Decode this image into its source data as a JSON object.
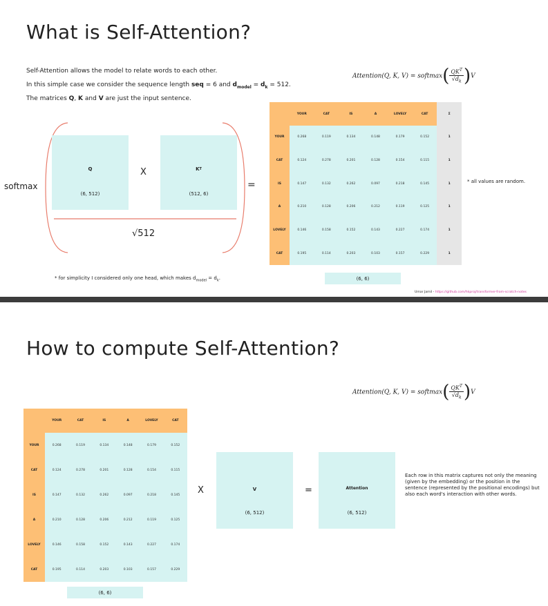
{
  "slide1": {
    "title": "What is Self-Attention?",
    "desc_line1": "Self-Attention allows the model to relate words to each other.",
    "desc_line2": {
      "pre": "In this simple case we consider the sequence length ",
      "seq": "seq",
      "mid": " = 6 and ",
      "dmodel": "d",
      "dmodel_sub": "model",
      "eq": " = ",
      "dk": "d",
      "dk_sub": "k",
      "post": " = 512."
    },
    "desc_line3": {
      "pre": "The matrices ",
      "q": "Q",
      "c1": ", ",
      "k": "K",
      "c2": " and ",
      "v": "V",
      "post": " are just the input sentence."
    },
    "formula": {
      "lhs": "Attention(Q, K, V) = softmax",
      "num": "QK",
      "num_sup": "T",
      "den": "√d",
      "den_sub": "k",
      "rhs": "V"
    },
    "softmax_label": "softmax",
    "q_label": "Q",
    "q_dims": "(6, 512)",
    "times": "X",
    "kt_label": "K",
    "kt_sup": "T",
    "kt_dims": "(512, 6)",
    "sqrt_label": "√512",
    "equals": "=",
    "random_note": "* all values are random.",
    "simplicity_note": {
      "pre": "* for simplicity I considered only one head, which makes d",
      "sub1": "model",
      "mid": " = d",
      "sub2": "k",
      "post": "."
    },
    "matrix_dims": "(6, 6)",
    "sum_header": "Σ",
    "credit_name": "Umar Jamil - ",
    "credit_link": "https://github.com/hkproj/transformer-from-scratch-notes"
  },
  "words": [
    "YOUR",
    "CAT",
    "IS",
    "A",
    "LOVELY",
    "CAT"
  ],
  "matrix_values": [
    [
      "0.268",
      "0.119",
      "0.134",
      "0.148",
      "0.179",
      "0.152"
    ],
    [
      "0.124",
      "0.278",
      "0.201",
      "0.128",
      "0.154",
      "0.115"
    ],
    [
      "0.147",
      "0.132",
      "0.262",
      "0.097",
      "0.218",
      "0.145"
    ],
    [
      "0.210",
      "0.128",
      "0.206",
      "0.212",
      "0.119",
      "0.125"
    ],
    [
      "0.146",
      "0.158",
      "0.152",
      "0.143",
      "0.227",
      "0.174"
    ],
    [
      "0.195",
      "0.114",
      "0.203",
      "0.103",
      "0.157",
      "0.229"
    ]
  ],
  "row_sums": [
    "1",
    "1",
    "1",
    "1",
    "1",
    "1"
  ],
  "slide2": {
    "title": "How to compute Self-Attention?",
    "matrix_dims": "(6, 6)",
    "times": "X",
    "v_label": "V",
    "v_dims": "(6, 512)",
    "equals": "=",
    "attention_label": "Attention",
    "attention_dims": "(6, 512)",
    "explanation": "Each row in this matrix captures not only the meaning (given by the embedding) or the position in the sentence (represented by the positional encodings) but also each word's interaction with other words."
  }
}
